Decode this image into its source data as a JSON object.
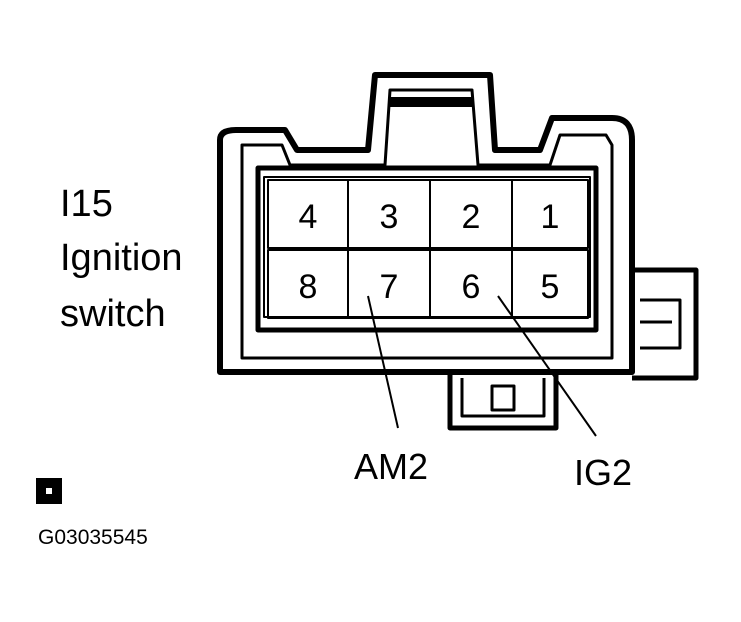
{
  "connector": {
    "code": "I15",
    "name": "Ignition",
    "name2": "switch",
    "pins_top": [
      "4",
      "3",
      "2",
      "1"
    ],
    "pins_bottom": [
      "8",
      "7",
      "6",
      "5"
    ]
  },
  "wires": [
    {
      "label": "AM2",
      "pin": "7"
    },
    {
      "label": "IG2",
      "pin": "6"
    }
  ],
  "figure_id": "G03035545",
  "colors": {
    "ink": "#000000",
    "paper": "#ffffff"
  }
}
